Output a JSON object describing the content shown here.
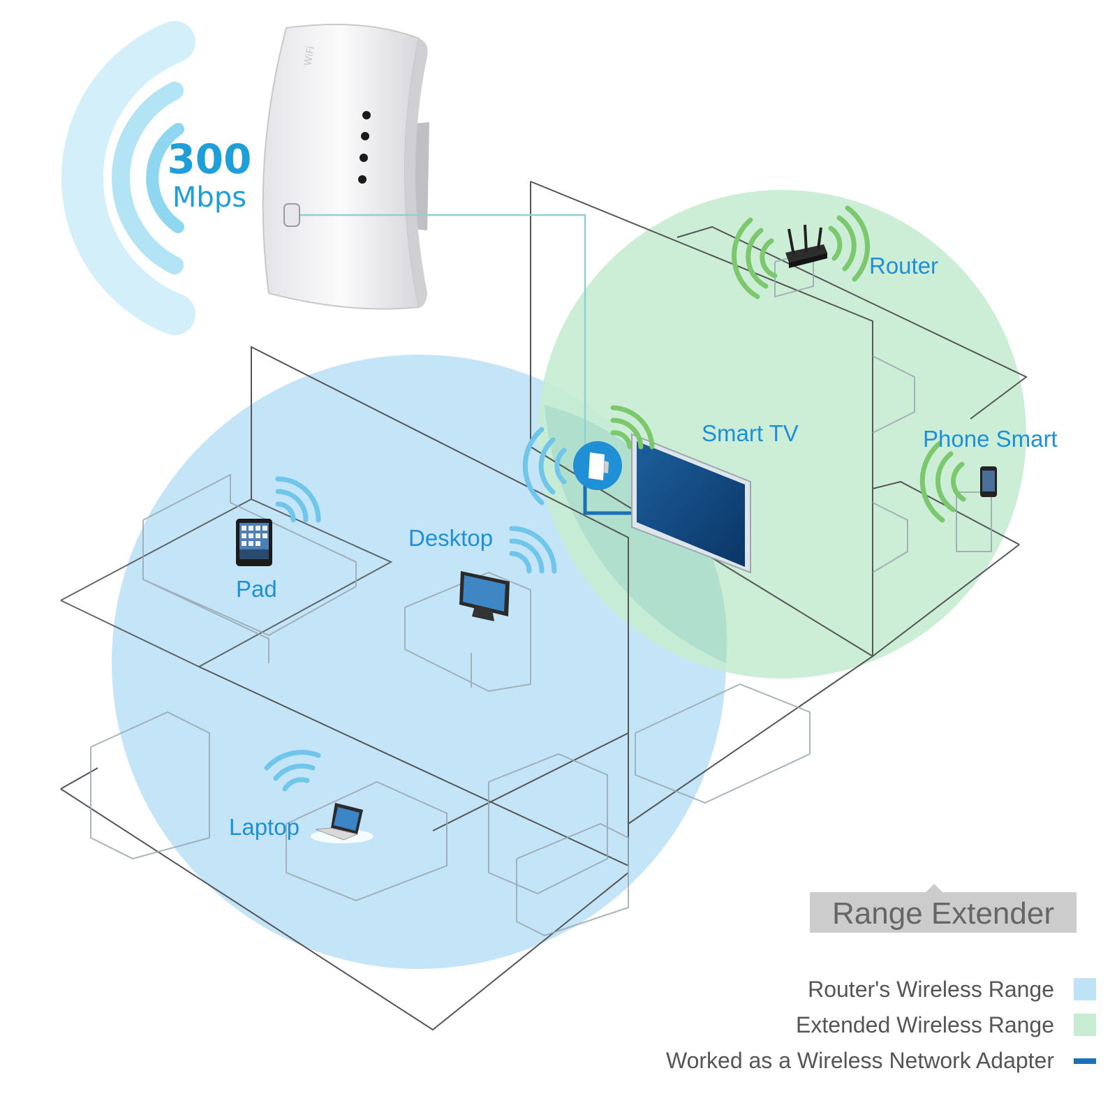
{
  "colors": {
    "router_range": "#bfe3f6",
    "extended_range": "#c7ecd2",
    "adapter": "#1a6fb5",
    "label_blue": "#1f8fd6",
    "signal_green": "#7cc86e",
    "signal_blue": "#6fc6ea",
    "speed_blue": "#1f9fd8",
    "line_gray": "#555555",
    "legend_text": "#555555",
    "title_box": "#cccccc",
    "title_text": "#666666"
  },
  "speed": {
    "value": "300",
    "unit": "Mbps"
  },
  "devices": {
    "router": "Router",
    "smart_tv": "Smart TV",
    "phone": "Phone Smart",
    "pad": "Pad",
    "desktop": "Desktop",
    "laptop": "Laptop"
  },
  "icons": {
    "extender": "range-extender-device-icon",
    "router": "router-icon",
    "tv": "tv-icon",
    "phone": "smartphone-icon",
    "pad": "tablet-icon",
    "desktop": "monitor-icon",
    "laptop": "laptop-icon",
    "signal": "wifi-signal-icon"
  },
  "title": "Range Extender",
  "legend": [
    {
      "label": "Router's Wireless Range",
      "swatch": "range"
    },
    {
      "label": "Extended Wireless Range",
      "swatch": "range"
    },
    {
      "label": "Worked as a Wireless Network Adapter",
      "swatch": "bar"
    }
  ]
}
